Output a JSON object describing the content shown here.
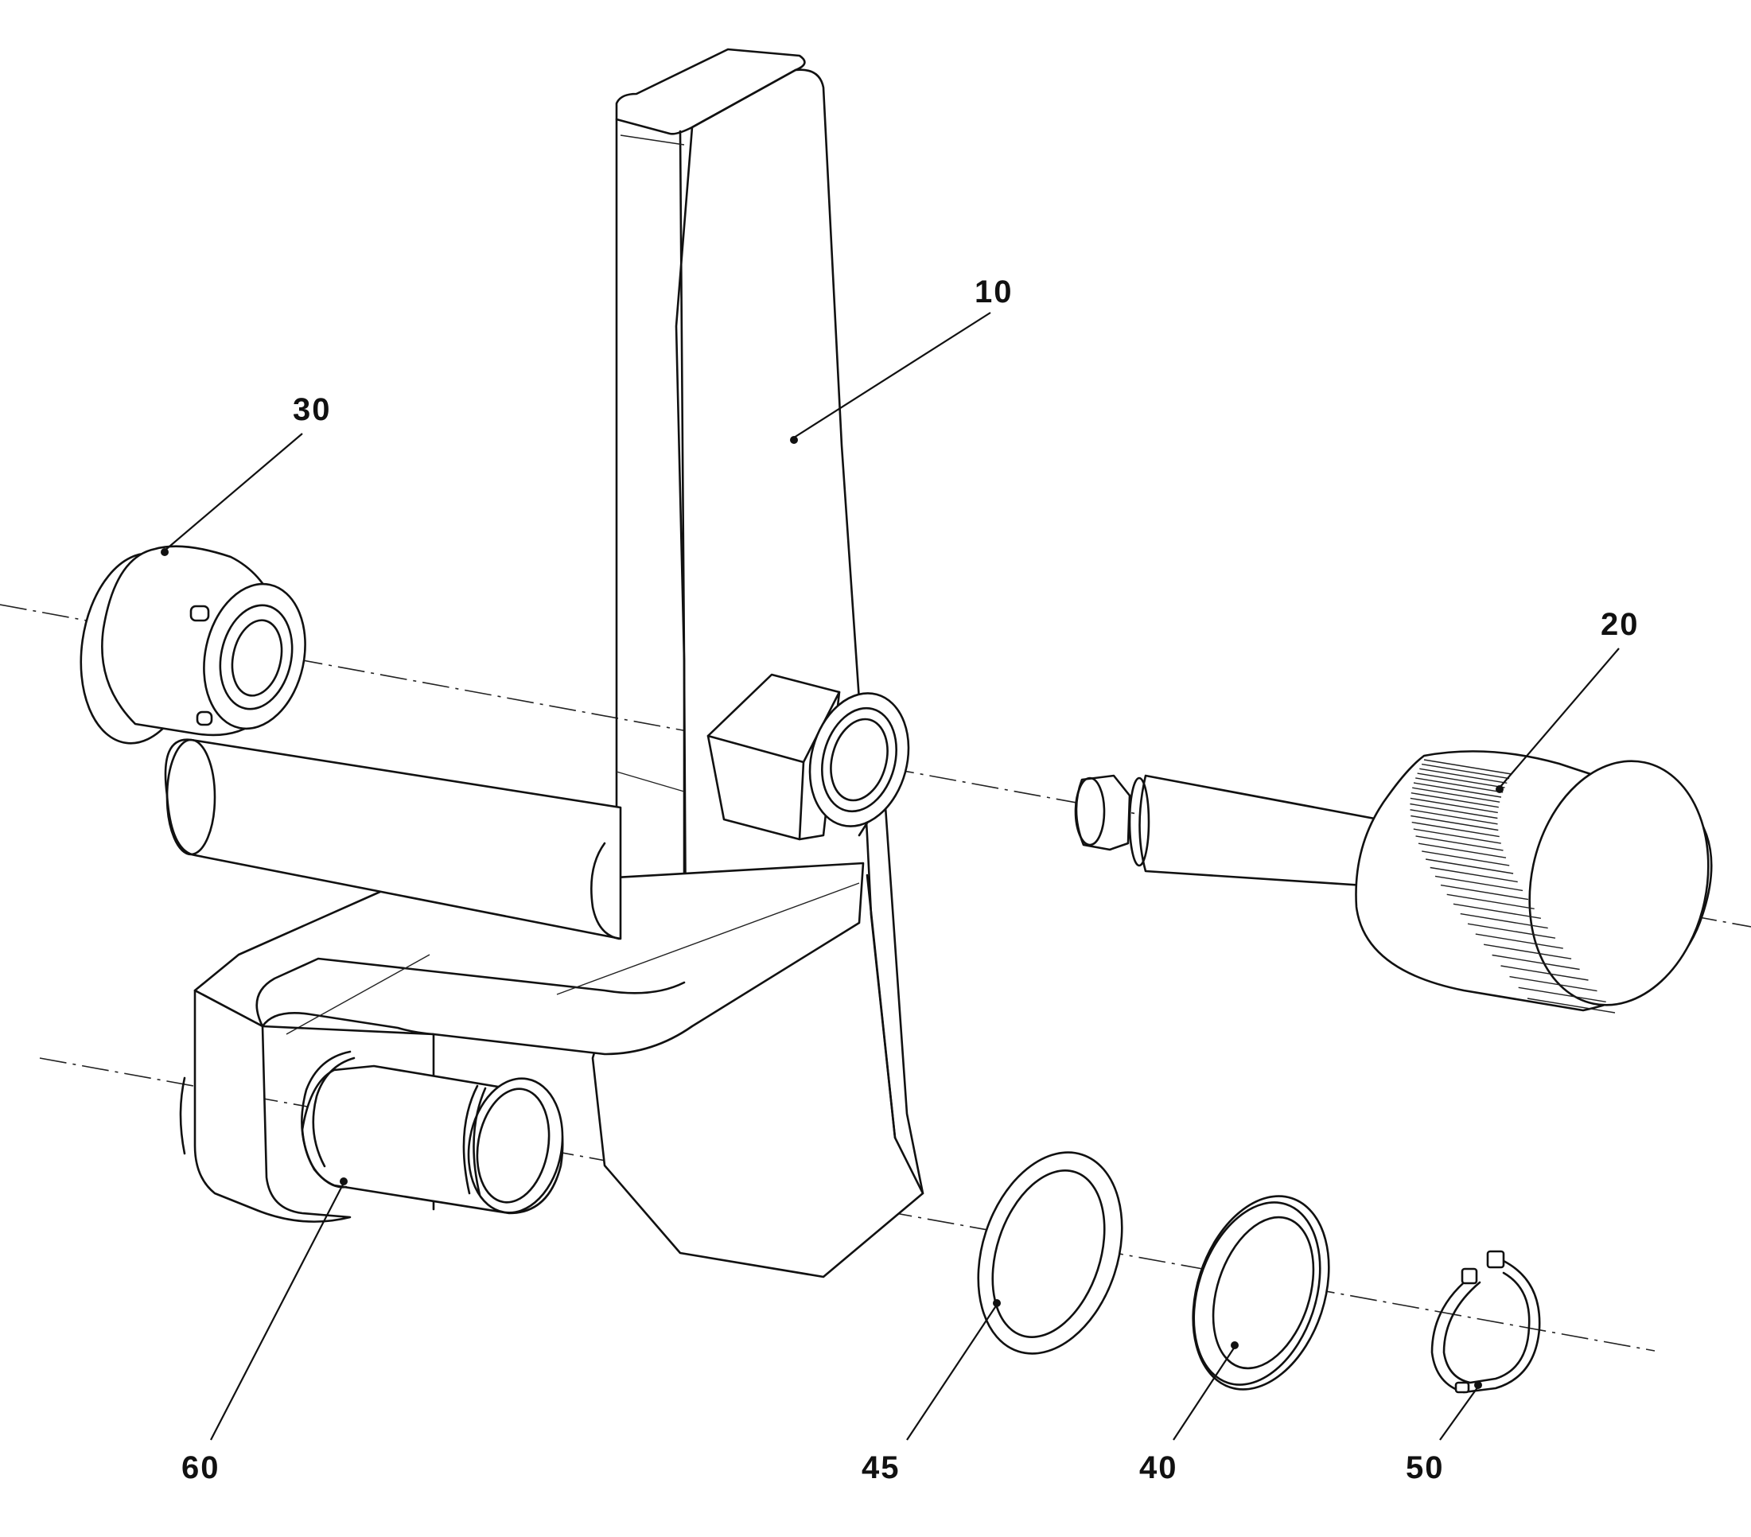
{
  "callouts": {
    "part_10": "10",
    "part_20": "20",
    "part_30": "30",
    "part_40": "40",
    "part_45": "45",
    "part_50": "50",
    "part_60": "60"
  },
  "colors": {
    "line": "#111111",
    "background": "#ffffff"
  }
}
